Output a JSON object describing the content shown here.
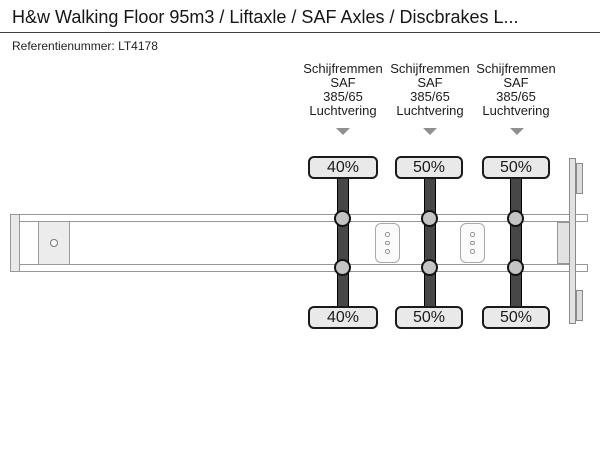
{
  "header": {
    "title": "H&w Walking Floor 95m3 / Liftaxle / SAF Axles / Discbrakes L...",
    "reference_label": "Referentienummer:",
    "reference_value": "LT4178"
  },
  "diagram": {
    "description": "Top-view schematic of a 3-axle walking floor trailer with axle load distribution",
    "axle_groups": [
      {
        "brakes": "Schijfremmen",
        "brand": "SAF",
        "tyre_size": "385/65",
        "suspension": "Luchtvering",
        "load_top": "40%",
        "load_bottom": "40%"
      },
      {
        "brakes": "Schijfremmen",
        "brand": "SAF",
        "tyre_size": "385/65",
        "suspension": "Luchtvering",
        "load_top": "50%",
        "load_bottom": "50%"
      },
      {
        "brakes": "Schijfremmen",
        "brand": "SAF",
        "tyre_size": "385/65",
        "suspension": "Luchtvering",
        "load_top": "50%",
        "load_bottom": "50%"
      }
    ],
    "colors": {
      "axle_bar": "#474747",
      "hub_fill": "#c4c4c4",
      "load_box_fill": "#e9e9e9",
      "load_box_border": "#1a1a1a",
      "chassis_outline": "#979797",
      "arrow": "#8f8f8f",
      "background": "#ffffff"
    }
  }
}
